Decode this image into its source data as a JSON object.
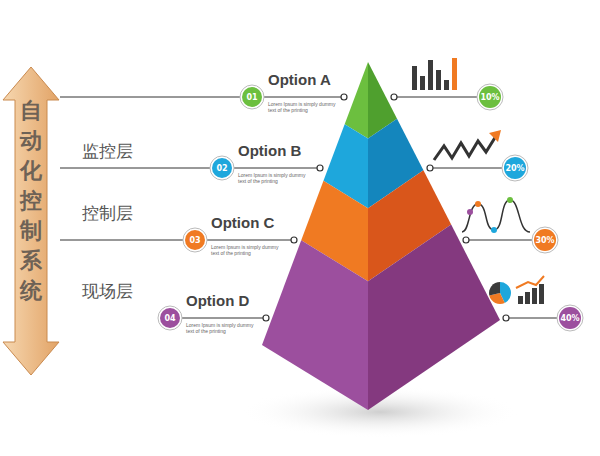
{
  "diagram": {
    "nodes": [
      {
        "text": [
          "自动化控制系统"
        ]
      },
      {
        "text": [
          "01"
        ]
      },
      {
        "text": [
          "10%"
        ]
      },
      {
        "text": [
          "02"
        ]
      },
      {
        "text": [
          "20%"
        ]
      },
      {
        "text": [
          "03"
        ]
      },
      {
        "text": [
          "30%"
        ]
      },
      {
        "text": [
          "04"
        ]
      },
      {
        "text": [
          "40%"
        ]
      }
    ],
    "labels": [
      "监控层",
      "控制层",
      "现场层",
      "Option A",
      "Lorem Ipsum is simply dummy text of the printing",
      "Option B",
      "Lorem Ipsum is simply dummy text of the printing",
      "Option C",
      "Lorem Ipsum is simply dummy text of the printing",
      "Option D",
      "Lorem Ipsum is simply dummy text of the printing"
    ]
  }
}
